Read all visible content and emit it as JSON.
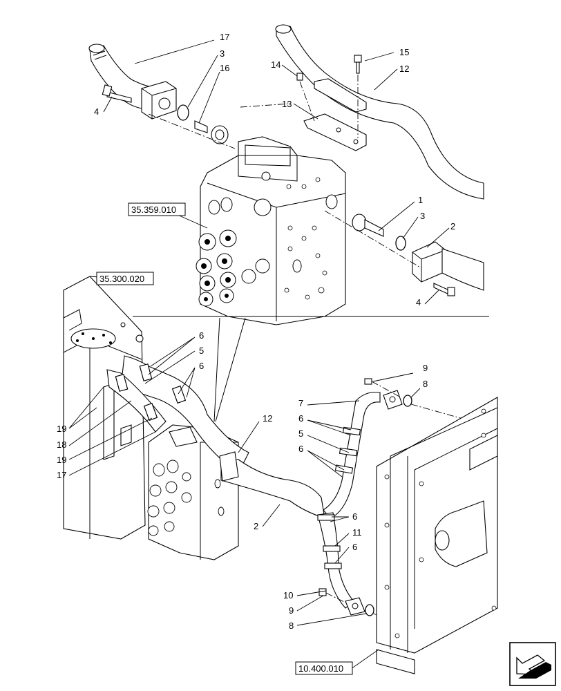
{
  "diagram": {
    "references": [
      "35.359.010",
      "35.300.020",
      "10.400.010"
    ],
    "callouts": {
      "c17a": "17",
      "c3a": "3",
      "c16": "16",
      "c4a": "4",
      "c15": "15",
      "c14": "14",
      "c12a": "12",
      "c13": "13",
      "c1": "1",
      "c3b": "3",
      "c2a": "2",
      "c4b": "4",
      "c6a": "6",
      "c5a": "5",
      "c6b": "6",
      "c19a": "19",
      "c18": "18",
      "c19b": "19",
      "c17b": "17",
      "c12b": "12",
      "c9a": "9",
      "c8a": "8",
      "c7": "7",
      "c6c": "6",
      "c5b": "5",
      "c6d": "6",
      "c2b": "2",
      "c6e": "6",
      "c11": "11",
      "c6f": "6",
      "c10": "10",
      "c9b": "9",
      "c8b": "8"
    }
  },
  "nav": {
    "icon": "arrow-icon"
  }
}
